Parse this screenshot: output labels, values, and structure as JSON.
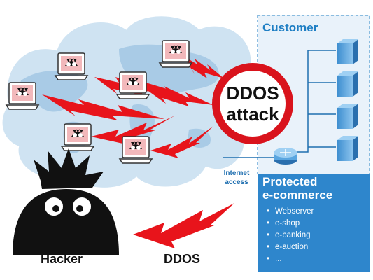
{
  "customer": {
    "title": "Customer"
  },
  "internet": {
    "line1": "Internet",
    "line2": "access"
  },
  "sign": {
    "line1": "DDOS",
    "line2": "attack"
  },
  "protected": {
    "title_line1": "Protected",
    "title_line2": "e-commerce",
    "services": [
      "Webserver",
      "e-shop",
      "e-banking",
      "e-auction",
      "..."
    ]
  },
  "labels": {
    "hacker": "Hacker",
    "ddos": "DDOS"
  },
  "colors": {
    "cloud": "#cfe3f2",
    "cloud_edge": "#ffffff",
    "map": "#a9cbe6",
    "lightning": "#e8141b",
    "customer_panel": "#e9f2fa",
    "protected_panel": "#2e86cc",
    "server": "#5aa6e0"
  },
  "icons": [
    "infected-laptop-icon",
    "lightning-bolt-icon",
    "server-icon",
    "router-icon",
    "hacker-icon"
  ]
}
